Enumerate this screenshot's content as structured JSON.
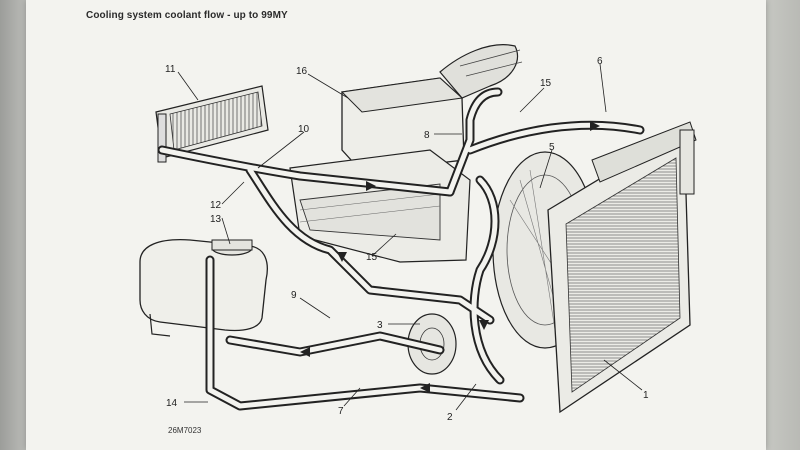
{
  "document": {
    "title": "Cooling system coolant flow - up to 99MY",
    "figure_ref": "26M7023"
  },
  "callouts": {
    "c1": "1",
    "c2": "2",
    "c3": "3",
    "c5": "5",
    "c6": "6",
    "c7": "7",
    "c8": "8",
    "c9": "9",
    "c10": "10",
    "c11": "11",
    "c12": "12",
    "c13": "13",
    "c14": "14",
    "c15a": "15",
    "c15b": "15",
    "c16": "16"
  }
}
